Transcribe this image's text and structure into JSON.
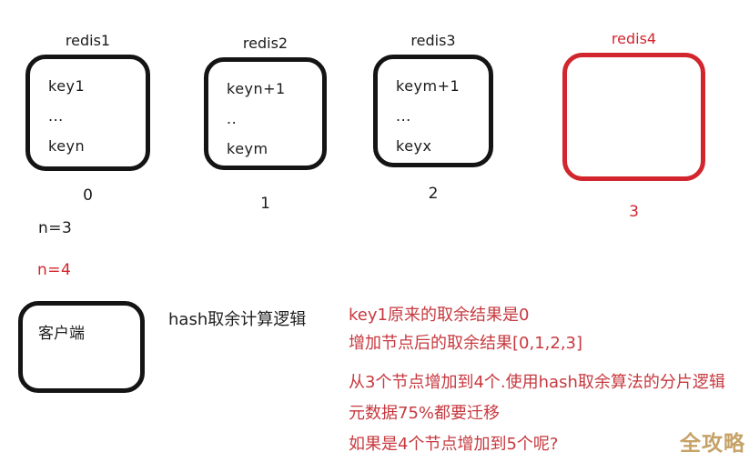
{
  "diagram": {
    "nodes": [
      {
        "name": "redis1",
        "keys": [
          "key1",
          "...",
          "keyn"
        ],
        "index": "0"
      },
      {
        "name": "redis2",
        "keys": [
          "keyn+1",
          "..",
          "keym"
        ],
        "index": "1"
      },
      {
        "name": "redis3",
        "keys": [
          "keym+1",
          "...",
          "keyx"
        ],
        "index": "2"
      },
      {
        "name": "redis4",
        "keys": [],
        "index": "3"
      }
    ],
    "node_count_labels": {
      "old": "n=3",
      "new": "n=4"
    },
    "client": {
      "label": "客户端"
    },
    "caption": "hash取余计算逻辑"
  },
  "annotations": {
    "line1": "key1原来的取余结果是0",
    "line2": "增加节点后的取余结果[0,1,2,3]",
    "line3": "从3个节点增加到4个.使用hash取余算法的分片逻辑",
    "line4": "元数据75%都要迁移",
    "line5": "如果是4个节点增加到5个呢?"
  },
  "watermark": "全攻略",
  "colors": {
    "stroke_black": "#141414",
    "accent_red": "#d2262e",
    "annotation_red": "#c7393f",
    "watermark_gold": "#c6a267"
  }
}
